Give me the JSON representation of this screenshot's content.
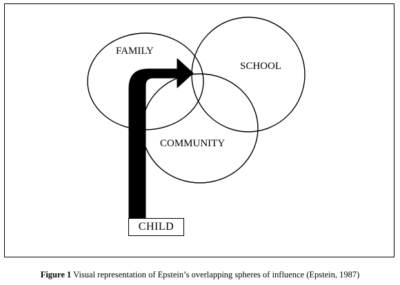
{
  "diagram": {
    "spheres": {
      "family": "FAMILY",
      "school": "SCHOOL",
      "community": "COMMUNITY"
    },
    "child_label": "CHILD",
    "arrow_color": "#000000",
    "line_color": "#000000"
  },
  "caption": {
    "figure_number": "Figure 1",
    "text": " Visual representation of Epstein’s overlapping spheres of influence (Epstein, 1987)"
  }
}
